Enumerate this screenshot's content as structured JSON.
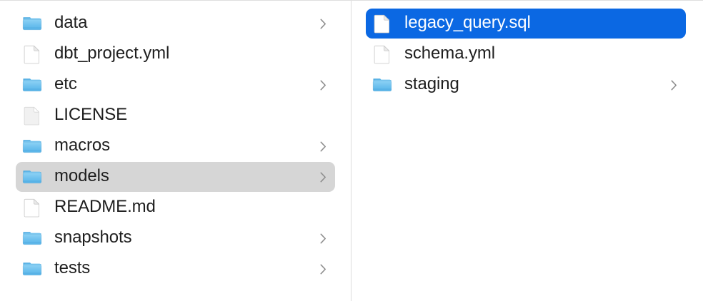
{
  "app": {
    "view_mode": "column",
    "accent_color": "#0b68e3",
    "inactive_selection_color": "#d6d6d6",
    "text_color": "#1e1e1e",
    "selected_text_color": "#ffffff",
    "divider_color": "#dcdcdc",
    "chevron_color": "#8e8e8e",
    "folder_color": "#6fc2f0",
    "document_color": "#ffffff"
  },
  "columns": [
    {
      "name": "parent-column",
      "items": [
        {
          "label": "data",
          "kind": "folder",
          "icon": "folder-icon",
          "has_chevron": true,
          "selected": false,
          "selection_state": "none"
        },
        {
          "label": "dbt_project.yml",
          "kind": "file",
          "icon": "document-icon",
          "has_chevron": false,
          "selected": false,
          "selection_state": "none"
        },
        {
          "label": "etc",
          "kind": "folder",
          "icon": "folder-icon",
          "has_chevron": true,
          "selected": false,
          "selection_state": "none"
        },
        {
          "label": "LICENSE",
          "kind": "file",
          "icon": "plain-document-icon",
          "has_chevron": false,
          "selected": false,
          "selection_state": "none"
        },
        {
          "label": "macros",
          "kind": "folder",
          "icon": "folder-icon",
          "has_chevron": true,
          "selected": false,
          "selection_state": "none"
        },
        {
          "label": "models",
          "kind": "folder",
          "icon": "folder-icon",
          "has_chevron": true,
          "selected": true,
          "selection_state": "inactive"
        },
        {
          "label": "README.md",
          "kind": "file",
          "icon": "document-icon",
          "has_chevron": false,
          "selected": false,
          "selection_state": "none"
        },
        {
          "label": "snapshots",
          "kind": "folder",
          "icon": "folder-icon",
          "has_chevron": true,
          "selected": false,
          "selection_state": "none"
        },
        {
          "label": "tests",
          "kind": "folder",
          "icon": "folder-icon",
          "has_chevron": true,
          "selected": false,
          "selection_state": "none"
        }
      ]
    },
    {
      "name": "child-column",
      "items": [
        {
          "label": "legacy_query.sql",
          "kind": "file",
          "icon": "document-icon",
          "has_chevron": false,
          "selected": true,
          "selection_state": "active"
        },
        {
          "label": "schema.yml",
          "kind": "file",
          "icon": "document-icon",
          "has_chevron": false,
          "selected": false,
          "selection_state": "none"
        },
        {
          "label": "staging",
          "kind": "folder",
          "icon": "folder-icon",
          "has_chevron": true,
          "selected": false,
          "selection_state": "none"
        }
      ]
    }
  ]
}
